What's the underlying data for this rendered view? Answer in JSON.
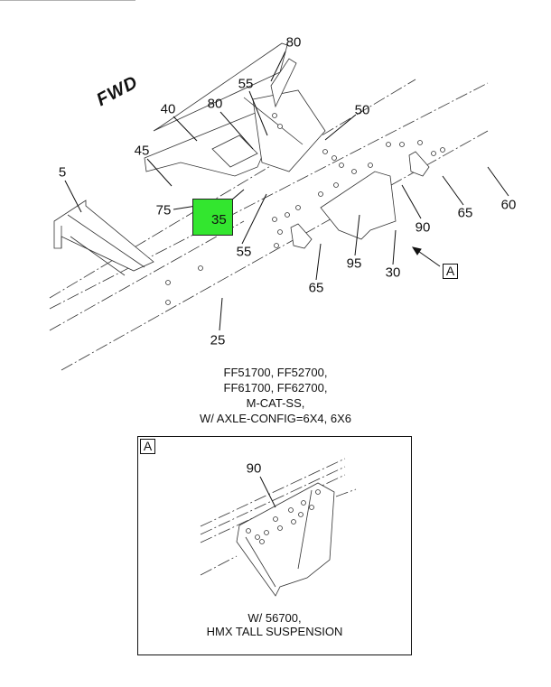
{
  "diagram": {
    "fwd_label": "FWD",
    "callouts": [
      "80",
      "55",
      "80",
      "40",
      "50",
      "45",
      "5",
      "75",
      "35",
      "55",
      "65",
      "95",
      "30",
      "90",
      "65",
      "60",
      "25"
    ],
    "view_ref": "A",
    "highlight_color": "#33e62f",
    "caption": [
      "FF51700, FF52700,",
      "FF61700, FF62700,",
      "M-CAT-SS,",
      "W/ AXLE-CONFIG=6X4, 6X6"
    ]
  },
  "detail": {
    "view_label": "A",
    "callout": "90",
    "caption": [
      "W/ 56700,",
      "HMX TALL SUSPENSION"
    ]
  }
}
